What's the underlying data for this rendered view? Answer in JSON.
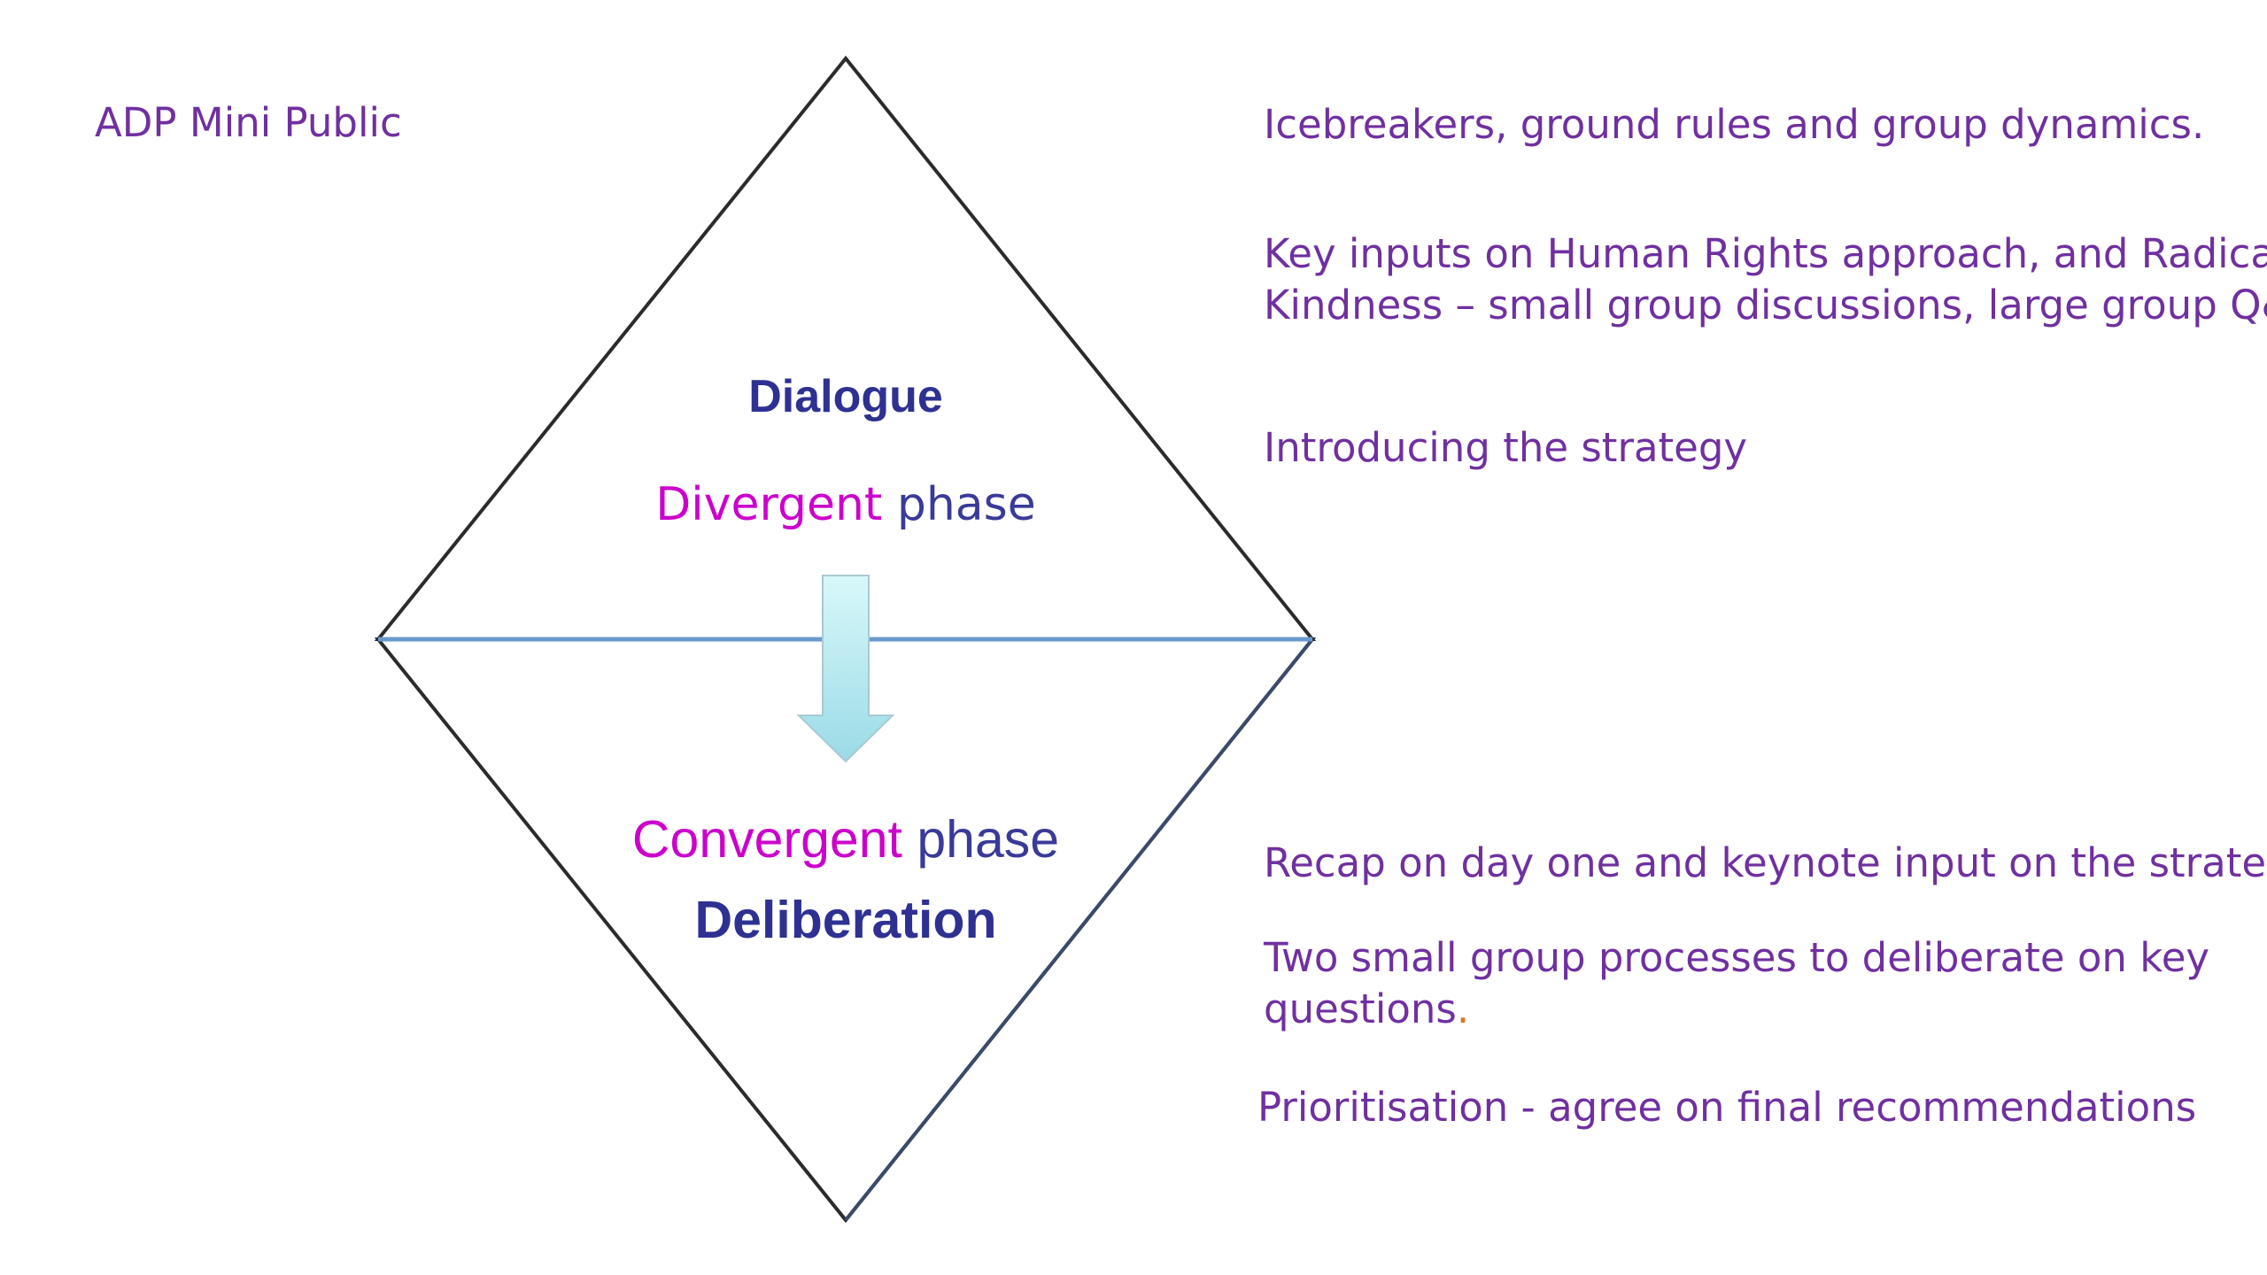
{
  "title": "ADP Mini Public",
  "diagram": {
    "top_label": "Dialogue",
    "divergent": {
      "word": "Divergent",
      "suffix": " phase"
    },
    "convergent": {
      "word": "Convergent",
      "suffix": " phase"
    },
    "bottom_label": "Deliberation"
  },
  "divergent_items": [
    {
      "lines": [
        "Icebreakers, ground rules and group dynamics."
      ]
    },
    {
      "lines": [
        "Key inputs on Human Rights approach, and Radical",
        "Kindness – small group discussions, large group Q&A"
      ]
    },
    {
      "lines": [
        "Introducing the strategy"
      ]
    }
  ],
  "convergent_items": [
    {
      "lines": [
        "Recap on day one and keynote input on the strategy."
      ]
    },
    {
      "lines": [
        "Two small group processes to deliberate on key",
        "questions"
      ],
      "trailing": "."
    },
    {
      "lines": [
        "Prioritisation - agree on final recommendations"
      ]
    }
  ],
  "colors": {
    "text_purple": "#7030a0",
    "magenta": "#cc00cc",
    "navy": "#2e3192",
    "divider_blue": "#6a9acd",
    "arrow_fill": "#c6f2f6"
  }
}
